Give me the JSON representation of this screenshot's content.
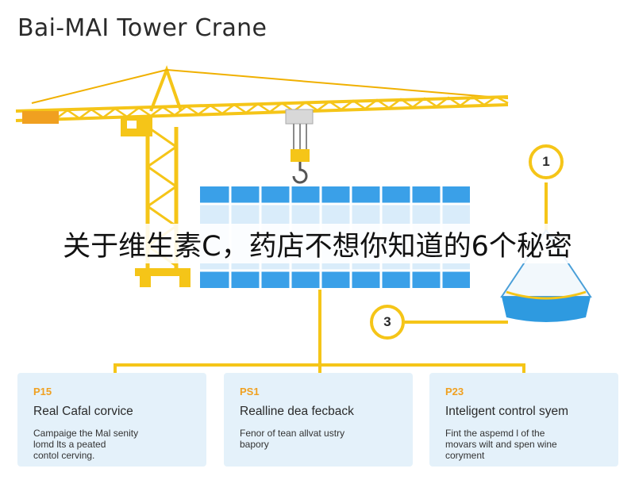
{
  "title": "Bai-MAI Tower Crane",
  "banner": "关于维生素C，药店不想你知道的6个秘密",
  "badges": [
    {
      "label": "1"
    },
    {
      "label": "3"
    }
  ],
  "cards": [
    {
      "code": "P15",
      "heading": "Real Cafal corvice",
      "body": "Campaige the Mal senity\nlomd lts a peated\ncontol cerving."
    },
    {
      "code": "PS1",
      "heading": "Realline dea fecback",
      "body": "Fenor of tean allvat ustry\nbapory"
    },
    {
      "code": "P23",
      "heading": "Inteligent control syem",
      "body": "Fint the aspemd l of the\nmovars wilt and spen wine\ncoryment"
    }
  ],
  "colors": {
    "crane": "#f5c518",
    "panel": "#3aa0e8",
    "card": "#e4f1fa",
    "accent": "#f0a020"
  }
}
